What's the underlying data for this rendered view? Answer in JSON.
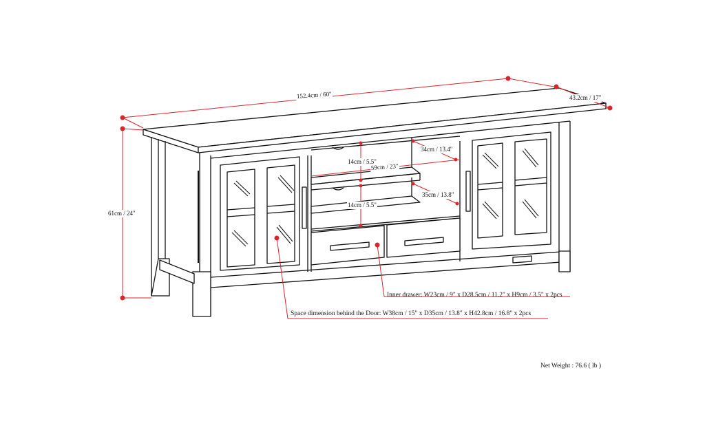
{
  "diagram": {
    "subject": "TV media stand with two glass doors, two open shelves and two drawers",
    "line_color": "#111111",
    "dimension_color": "#d9262c"
  },
  "dimensions": {
    "width": "152.4cm / 60\"",
    "depth": "43.2cm / 17\"",
    "height": "61cm / 24\"",
    "shelf_top_height": "14cm / 5.5\"",
    "shelf_bottom_height": "14cm / 5.5\"",
    "shelf_width": "59cm / 23\"",
    "shelf_top_depth": "34cm / 13.4\"",
    "shelf_bottom_depth": "35cm / 13.8\""
  },
  "notes": {
    "inner_drawer": "Inner drawer: W23cm / 9\" x D28.5cm / 11.2\" x H9cm / 3.5\" x 2pcs",
    "door_space": "Space dimension behind the Door: W38cm / 15\" x D35cm / 13.8\" x H42.8cm / 16.8\" x 2pcs",
    "net_weight": "Net Weight : 76.6 ( lb )"
  }
}
